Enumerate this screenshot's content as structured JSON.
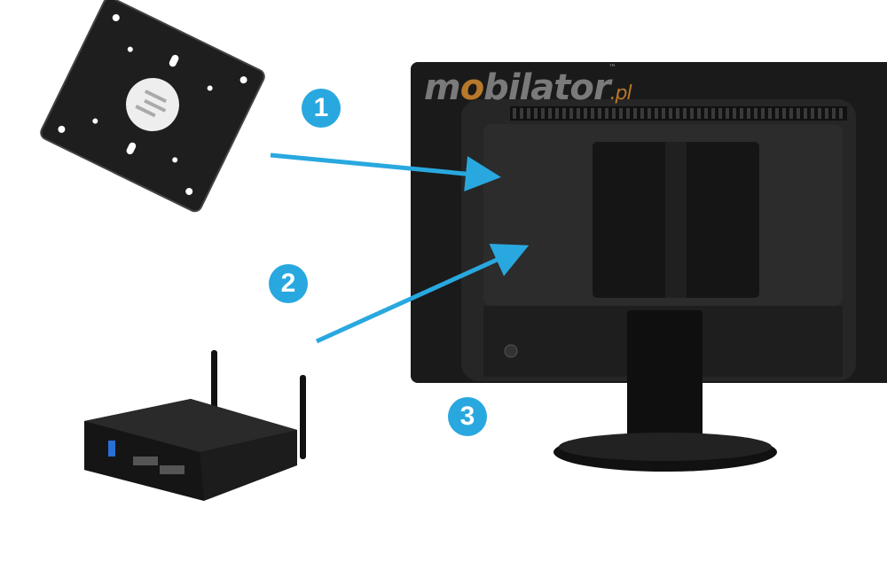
{
  "brand": {
    "logo_text_before": "m",
    "logo_text_o": "o",
    "logo_text_after": "bilator",
    "logo_suffix": ".pl",
    "trademark": "™",
    "logo_color": "#7a7a7a",
    "accent_color": "#b8782a"
  },
  "steps": [
    {
      "label": "1"
    },
    {
      "label": "2"
    },
    {
      "label": "3"
    }
  ],
  "colors": {
    "step_badge": "#29a8e0",
    "arrow": "#29a8e0",
    "device": "#1c1c1c"
  }
}
